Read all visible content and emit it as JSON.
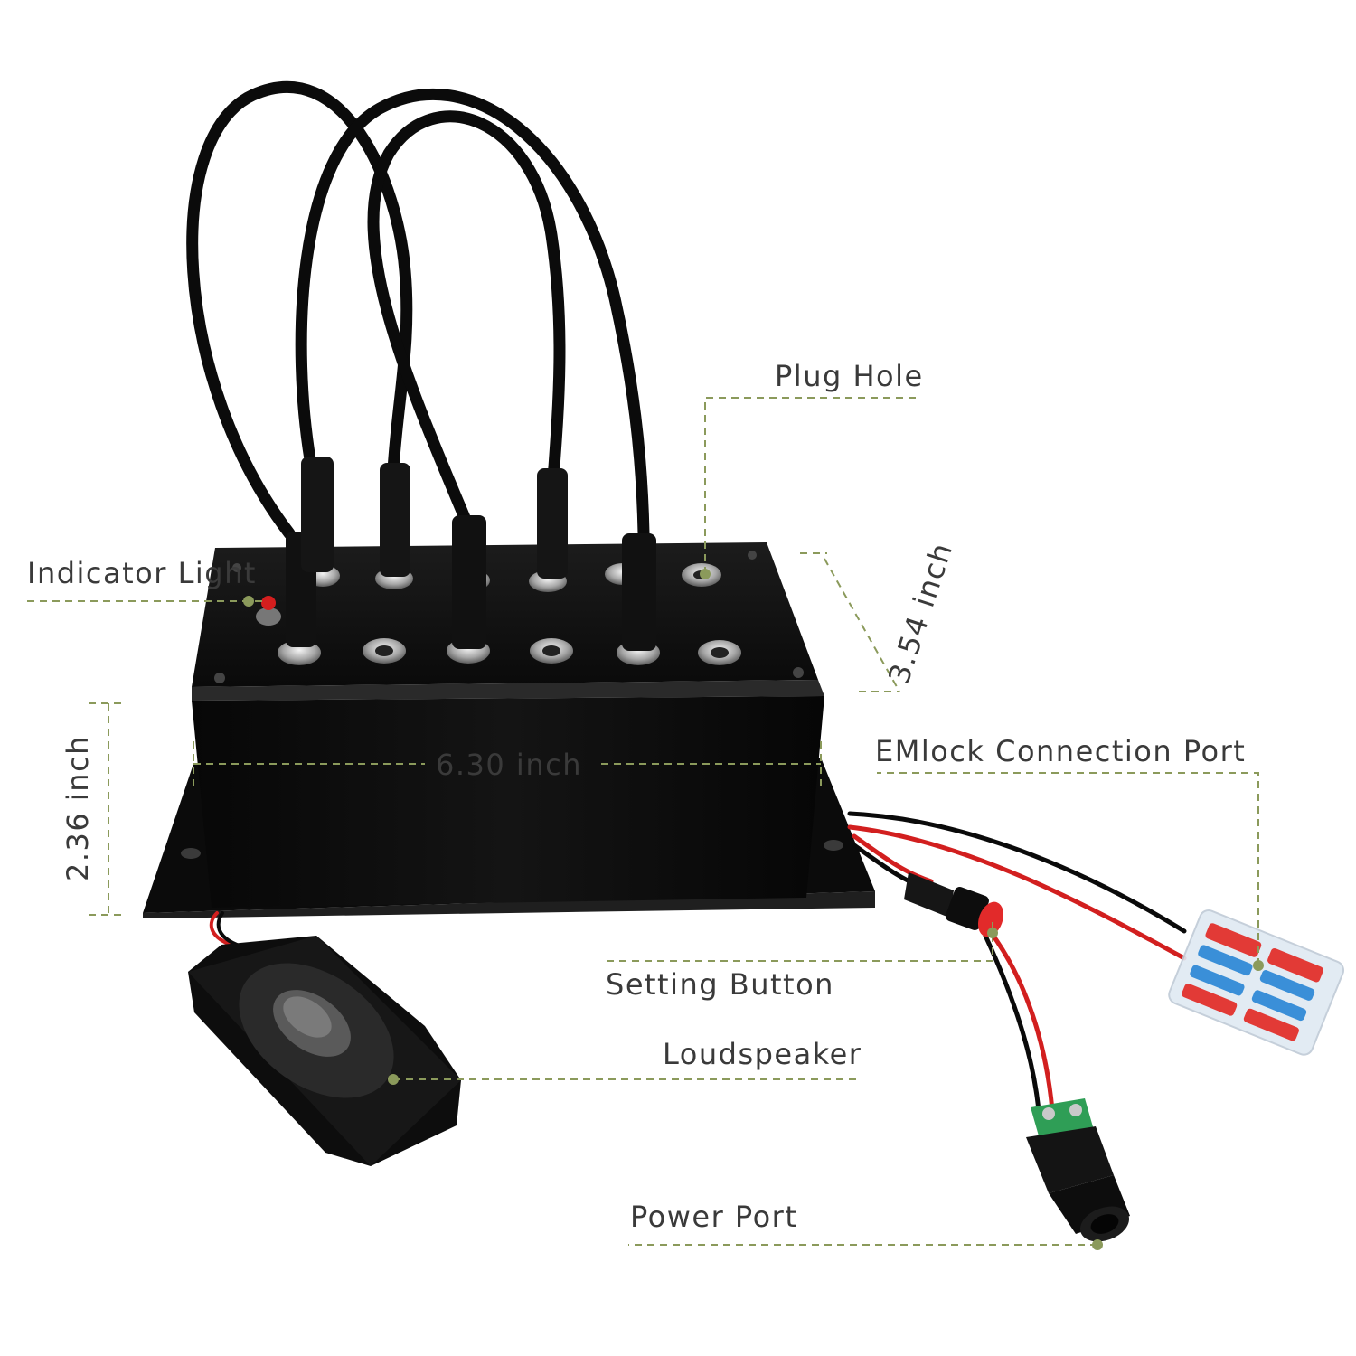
{
  "labels": {
    "plug_hole": "Plug Hole",
    "indicator_light": "Indicator Light",
    "emlock_port": "EMlock Connection Port",
    "setting_button": "Setting Button",
    "loudspeaker": "Loudspeaker",
    "power_port": "Power Port"
  },
  "dimensions": {
    "width": "6.30 inch",
    "height": "2.36 inch",
    "depth": "3.54 inch"
  },
  "colors": {
    "leader_line": "#8b9a5b",
    "text": "#3a3a3a",
    "device_body": "#101010",
    "wire_red": "#d21f1f",
    "terminal_green": "#2f9e56",
    "connector_red": "#e23a36",
    "connector_blue": "#3a8fd8"
  }
}
